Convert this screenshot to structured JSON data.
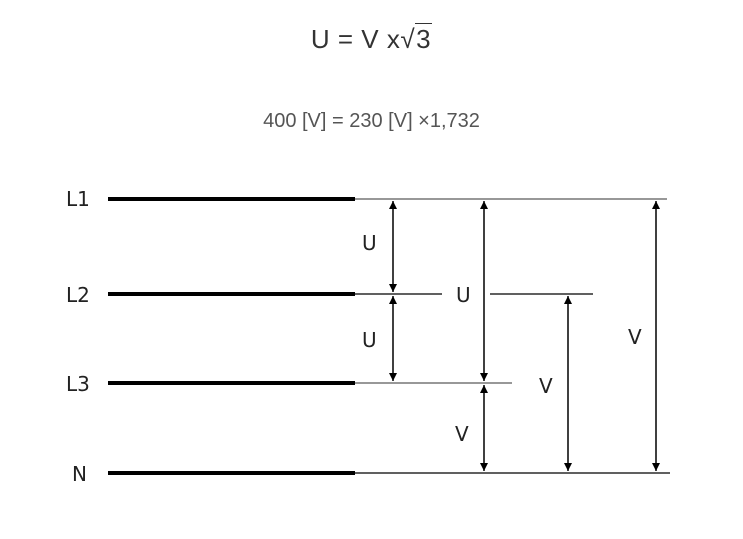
{
  "formula": {
    "lhs": "U = V x",
    "radical_symbol": "√",
    "radicand": "3"
  },
  "example": "400 [V] = 230 [V] ×1,732",
  "lines": {
    "l1": "L1",
    "l2": "L2",
    "l3": "L3",
    "n": "N"
  },
  "arrow_labels": {
    "u_l1_l2": "U",
    "u_l2_l3": "U",
    "u_l1_l3": "U",
    "v_l3_n": "V",
    "v_l2_n": "V",
    "v_l1_n": "V"
  }
}
